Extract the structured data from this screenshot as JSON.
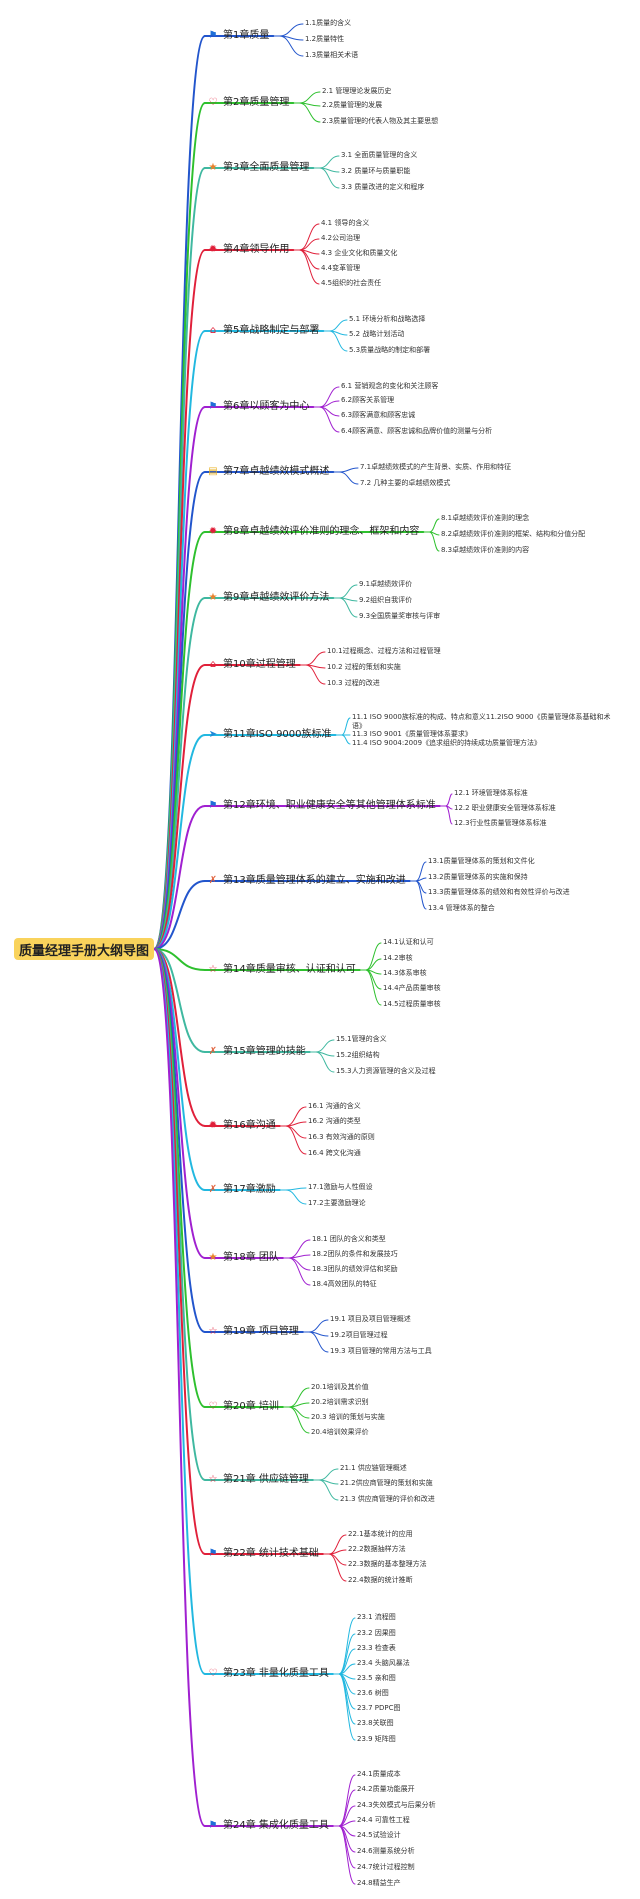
{
  "root": {
    "title": "质量经理手册大纲导图"
  },
  "chapters": [
    {
      "title": "第1章质量",
      "icon": "flag-icon",
      "color": "#2255cc",
      "sections": [
        "1.1质量的含义",
        "1.2质量特性",
        "1.3质量相关术语"
      ]
    },
    {
      "title": "第2章质量管理",
      "icon": "heart-icon",
      "color": "#2ec02e",
      "sections": [
        "2.1 管理理论发展历史",
        "2.2质量管理的发展",
        "2.3质量管理的代表人物及其主要思想"
      ]
    },
    {
      "title": "第3章全面质量管理",
      "icon": "star-icon",
      "color": "#3fb8a0",
      "sections": [
        "3.1 全面质量管理的含义",
        "3.2 质量环与质量职能",
        "3.3 质量改进的定义和程序"
      ]
    },
    {
      "title": "第4章领导作用",
      "icon": "flame-icon",
      "color": "#e0203a",
      "sections": [
        "4.1 领导的含义",
        "4.2公司治理",
        "4.3 企业文化和质量文化",
        "4.4变革管理",
        "4.5组织的社会责任"
      ]
    },
    {
      "title": "第5章战略制定与部署",
      "icon": "home-icon",
      "color": "#22b8e0",
      "sections": [
        "5.1 环境分析和战略选择",
        "5.2 战略计划活动",
        "5.3质量战略的制定和部署"
      ]
    },
    {
      "title": "第6章以顾客为中心",
      "icon": "flag-icon",
      "color": "#a020d0",
      "sections": [
        "6.1 营销观念的变化和关注顾客",
        "6.2顾客关系管理",
        "6.3顾客满意和顾客忠诚",
        "6.4顾客满意、顾客忠诚和品牌价值的测量与分析"
      ]
    },
    {
      "title": "第7章卓越绩效模式概述",
      "icon": "book-icon",
      "color": "#2255cc",
      "sections": [
        "7.1卓越绩效模式的产生背景、实质、作用和特征",
        "7.2 几种主要的卓越绩效模式"
      ]
    },
    {
      "title": "第8章卓越绩效评价准则的理念、框架和内容",
      "icon": "flame-icon",
      "color": "#2ec02e",
      "sections": [
        "8.1卓越绩效评价准则的理念",
        "8.2卓越绩效评价准则的框架、结构和分值分配",
        "8.3卓越绩效评价准则的内容"
      ]
    },
    {
      "title": "第9章卓越绩效评价方法",
      "icon": "star-icon",
      "color": "#3fb8a0",
      "sections": [
        "9.1卓越绩效评价",
        "9.2组织自我评价",
        "9.3全国质量奖审核与评审"
      ]
    },
    {
      "title": "第10章过程管理",
      "icon": "home-icon",
      "color": "#e0203a",
      "sections": [
        "10.1过程概念、过程方法和过程管理",
        "10.2 过程的策划和实施",
        "10.3 过程的改进"
      ]
    },
    {
      "title": "第11章ISO 9000族标准",
      "icon": "send-icon",
      "color": "#22b8e0",
      "sections": [
        "11.1 ISO 9000族标准的构成、特点和意义11.2ISO 9000《质量管理体系基础和术语》",
        "11.3 ISO 9001《质量管理体系要求》",
        "11.4 ISO 9004:2009《追求组织的持续成功质量管理方法》"
      ]
    },
    {
      "title": "第12章环境、职业健康安全等其他管理体系标准",
      "icon": "flag-icon",
      "color": "#a020d0",
      "sections": [
        "12.1 环境管理体系标准",
        "12.2 职业健康安全管理体系标准",
        "12.3行业性质量管理体系标准"
      ]
    },
    {
      "title": "第13章质量管理体系的建立、实施和改进",
      "icon": "tools-icon",
      "color": "#2255cc",
      "sections": [
        "13.1质量管理体系的策划和文件化",
        "13.2质量管理体系的实施和保持",
        "13.3质量管理体系的绩效和有效性评价与改进",
        "13.4 管理体系的整合"
      ]
    },
    {
      "title": "第14章质量审核、认证和认可",
      "icon": "star-outline-icon",
      "color": "#2ec02e",
      "sections": [
        "14.1认证和认可",
        "14.2审核",
        "14.3体系审核",
        "14.4产品质量审核",
        "14.5过程质量审核"
      ]
    },
    {
      "title": "第15章管理的技能",
      "icon": "tools-icon",
      "color": "#3fb8a0",
      "sections": [
        "15.1管理的含义",
        "15.2组织结构",
        "15.3人力资源管理的含义及过程"
      ]
    },
    {
      "title": "第16章沟通",
      "icon": "flame-icon",
      "color": "#e0203a",
      "sections": [
        "16.1 沟通的含义",
        "16.2 沟通的类型",
        "16.3 有效沟通的原则",
        "16.4 跨文化沟通"
      ]
    },
    {
      "title": "第17章激励",
      "icon": "tools-icon",
      "color": "#22b8e0",
      "sections": [
        "17.1激励与人性假设",
        "17.2主要激励理论"
      ]
    },
    {
      "title": "第18章 团队",
      "icon": "star-icon",
      "color": "#a020d0",
      "sections": [
        "18.1 团队的含义和类型",
        "18.2团队的条件和发展技巧",
        "18.3团队的绩效评估和奖励",
        "18.4高效团队的特征"
      ]
    },
    {
      "title": "第19章 项目管理",
      "icon": "star-outline-icon",
      "color": "#2255cc",
      "sections": [
        "19.1 项目及项目管理概述",
        "19.2项目管理过程",
        "19.3 项目管理的常用方法与工具"
      ]
    },
    {
      "title": "第20章 培训",
      "icon": "heart-icon",
      "color": "#2ec02e",
      "sections": [
        "20.1培训及其价值",
        "20.2培训需求识别",
        "20.3 培训的策划与实施",
        "20.4培训效果评价"
      ]
    },
    {
      "title": "第21章 供应链管理",
      "icon": "star-outline-icon",
      "color": "#3fb8a0",
      "sections": [
        "21.1 供应链管理概述",
        "21.2供应商管理的策划和实施",
        "21.3 供应商管理的评价和改进"
      ]
    },
    {
      "title": "第22章 统计技术基础",
      "icon": "flag-icon",
      "color": "#e0203a",
      "sections": [
        "22.1基本统计的应用",
        "22.2数据抽样方法",
        "22.3数据的基本整理方法",
        "22.4数据的统计推断"
      ]
    },
    {
      "title": "第23章 非量化质量工具",
      "icon": "heart-icon",
      "color": "#22b8e0",
      "sections": [
        "23.1 流程图",
        "23.2 因果图",
        "23.3 检查表",
        "23.4 头脑风暴法",
        "23.5 亲和图",
        "23.6 树图",
        "23.7 PDPC图",
        "23.8关联图",
        "23.9 矩阵图"
      ]
    },
    {
      "title": "第24章 集成化质量工具",
      "icon": "flag-icon",
      "color": "#a020d0",
      "sections": [
        "24.1质量成本",
        "24.2质量功能展开",
        "24.3失效模式与后果分析",
        "24.4 可靠性工程",
        "24.5试验设计",
        "24.6测量系统分析",
        "24.7统计过程控制",
        "24.8精益生产"
      ]
    }
  ]
}
